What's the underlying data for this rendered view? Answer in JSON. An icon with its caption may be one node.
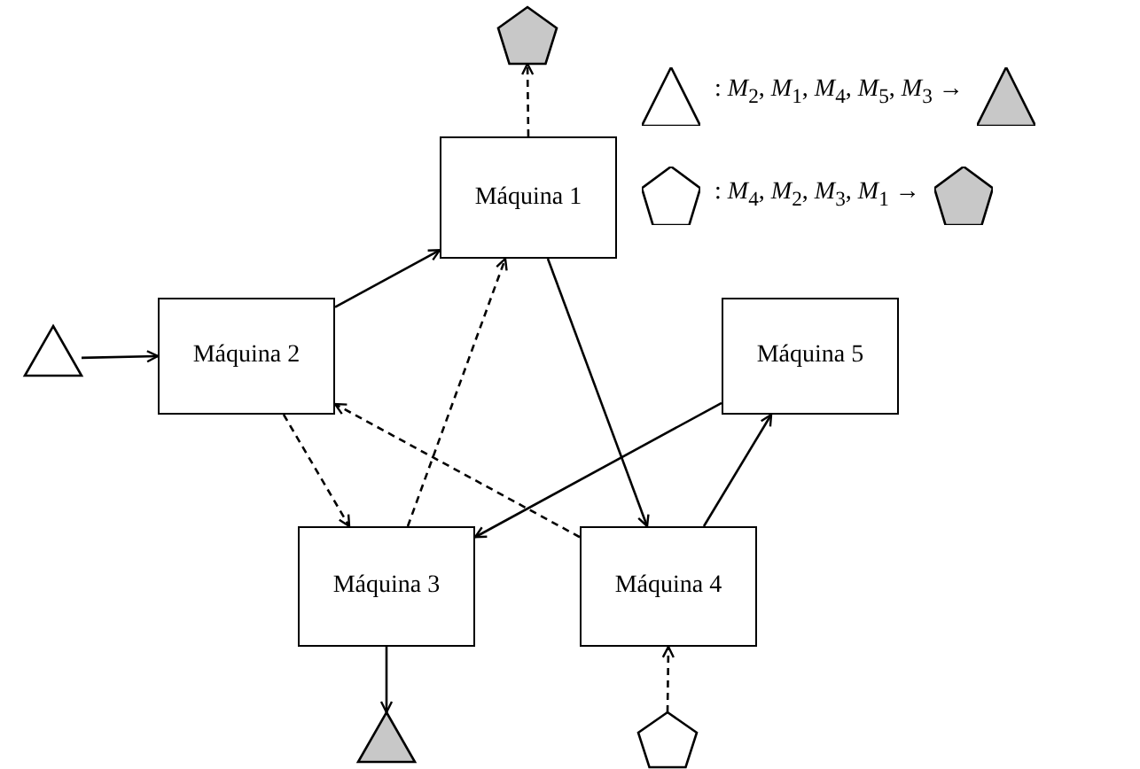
{
  "diagram": {
    "nodes": [
      {
        "text": [
          "Máquina 1"
        ]
      },
      {
        "text": [
          "Máquina 2"
        ]
      },
      {
        "text": [
          "Máquina 5"
        ]
      },
      {
        "text": [
          "Máquina 3"
        ]
      },
      {
        "text": [
          "Máquina 4"
        ]
      },
      {
        "text": [],
        "shape": "pentagon"
      },
      {
        "text": [],
        "shape": "triangle"
      },
      {
        "text": [],
        "shape": "triangle"
      },
      {
        "text": [],
        "shape": "pentagon"
      }
    ],
    "edges": [
      {
        "from": 6,
        "to": 1,
        "arrow": "to"
      },
      {
        "from": 1,
        "to": 0,
        "arrow": "to"
      },
      {
        "from": 0,
        "to": 4,
        "arrow": "to"
      },
      {
        "from": 4,
        "to": 2,
        "arrow": "to"
      },
      {
        "from": 2,
        "to": 3,
        "arrow": "to"
      },
      {
        "from": 3,
        "to": 7,
        "arrow": "to"
      },
      {
        "from": 8,
        "to": 4,
        "arrow": "to",
        "style": "dashed"
      },
      {
        "from": 4,
        "to": 1,
        "arrow": "to",
        "style": "dashed"
      },
      {
        "from": 1,
        "to": 3,
        "arrow": "to",
        "style": "dashed"
      },
      {
        "from": 3,
        "to": 0,
        "arrow": "to",
        "style": "dashed"
      },
      {
        "from": 0,
        "to": 5,
        "arrow": "to",
        "style": "dashed"
      }
    ],
    "legend": [
      {
        "text": ": *M*$_{2}$, *M*$_{1}$, *M*$_{4}$, *M*$_{5}$, *M*$_{3}$ →"
      },
      {
        "text": ": *M*$_{4}$, *M*$_{2}$, *M*$_{3}$, *M*$_{1}$ →"
      }
    ]
  }
}
